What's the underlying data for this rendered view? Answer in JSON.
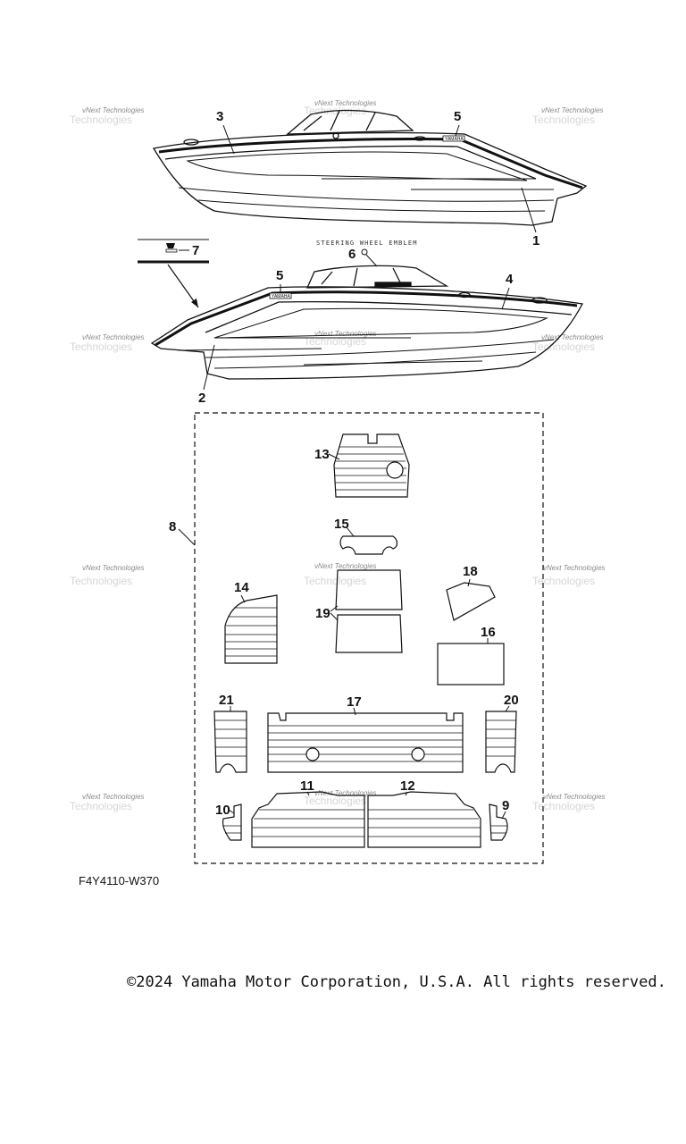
{
  "diagram": {
    "callouts": [
      "1",
      "2",
      "3",
      "4",
      "5",
      "6",
      "7",
      "8",
      "9",
      "10",
      "11",
      "12",
      "13",
      "14",
      "15",
      "16",
      "17",
      "18",
      "19",
      "20",
      "21"
    ],
    "emblem_caption": "STEERING WHEEL EMBLEM",
    "watermark": "vNext Technologies",
    "brand_badge": "YAMAHA",
    "diagram_code": "F4Y4110-W370"
  },
  "footer": {
    "copyright": "©2024 Yamaha Motor Corporation, U.S.A. All rights reserved."
  }
}
